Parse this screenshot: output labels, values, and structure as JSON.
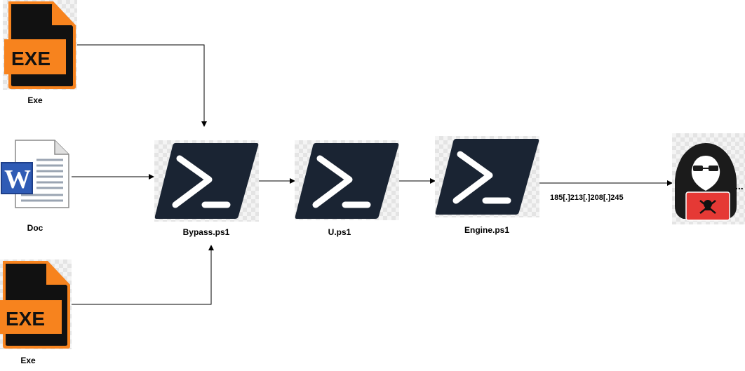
{
  "nodes": {
    "exe_top": {
      "label": "Exe",
      "badge": "EXE",
      "icon": "exe-file-icon"
    },
    "doc": {
      "label": "Doc",
      "badge": "W",
      "icon": "word-document-icon"
    },
    "exe_bottom": {
      "label": "Exe",
      "badge": "EXE",
      "icon": "exe-file-icon"
    },
    "bypass": {
      "label": "Bypass.ps1",
      "icon": "powershell-icon"
    },
    "u": {
      "label": "U.ps1",
      "icon": "powershell-icon"
    },
    "engine": {
      "label": "Engine.ps1",
      "icon": "powershell-icon"
    },
    "attacker": {
      "icon": "hacker-icon",
      "trail": "..."
    }
  },
  "edges": {
    "c2_label": "185[.]213[.]208[.]245"
  },
  "colors": {
    "exe_orange": "#f7831e",
    "file_black": "#111111",
    "powershell_navy": "#1a2433",
    "word_blue": "#2f5bb5",
    "laptop_red": "#e53935"
  }
}
